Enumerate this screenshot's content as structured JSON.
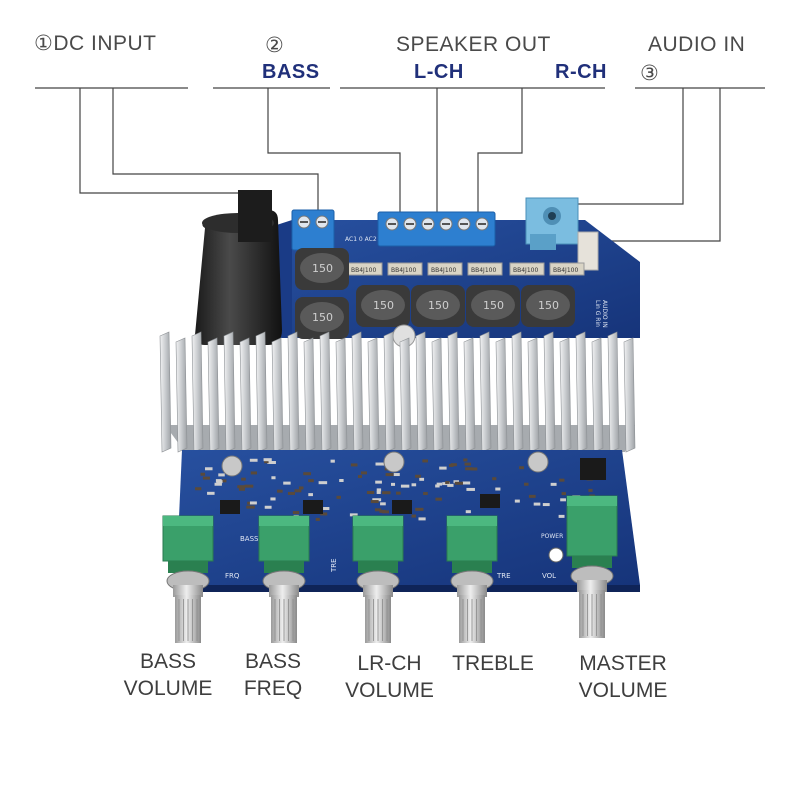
{
  "labels": {
    "dc_input": "①DC INPUT",
    "bass_num": "②",
    "bass": "BASS",
    "speaker_out": "SPEAKER OUT",
    "l_ch": "L-CH",
    "r_ch": "R-CH",
    "audio_in_num": "③",
    "audio_in": "AUDIO IN"
  },
  "knobs": [
    {
      "line1": "BASS",
      "line2": "VOLUME"
    },
    {
      "line1": "BASS",
      "line2": "FREQ"
    },
    {
      "line1": "LR-CH",
      "line2": "VOLUME"
    },
    {
      "line1": "TREBLE",
      "line2": ""
    },
    {
      "line1": "MASTER",
      "line2": "VOLUME"
    }
  ],
  "board_text": {
    "inductor": "150",
    "capacitor": "BB4J100",
    "silk_bass": "BASS",
    "silk_freq": "FRQ",
    "silk_tre": "TRE",
    "silk_tre2": "TRE",
    "silk_vol": "VOL",
    "silk_power": "POWER",
    "silk_audio": "AUDIO IN",
    "silk_lgr": "Lin G Rin",
    "silk_ac": "AC1 0 AC2"
  },
  "colors": {
    "pcb": "#1c3f8c",
    "pcb_dark": "#132c66",
    "heatsink": "#d6d8da",
    "terminal": "#2d7fd0",
    "pot": "#3aa06a",
    "label_blue": "#20307a"
  }
}
